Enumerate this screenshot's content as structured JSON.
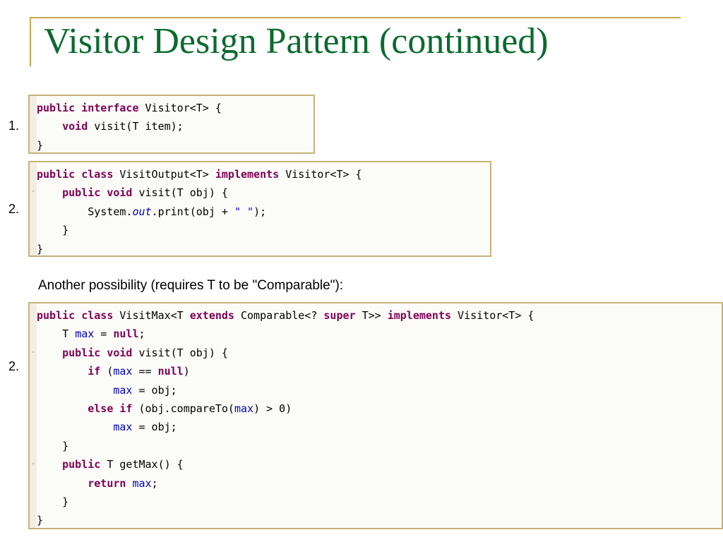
{
  "slide": {
    "title": "Visitor Design Pattern (continued)",
    "caption": "Another possibility (requires T to be \"Comparable\"):"
  },
  "markers": [
    "1.",
    "2.",
    "2."
  ],
  "code_blocks": [
    {
      "lines": [
        [
          [
            "kw",
            "public interface"
          ],
          [
            "p",
            " Visitor<T> {"
          ]
        ],
        [
          [
            "p",
            "    "
          ],
          [
            "kw",
            "void"
          ],
          [
            "p",
            " visit(T item);"
          ]
        ],
        [
          [
            "p",
            "}"
          ]
        ]
      ]
    },
    {
      "lines": [
        [
          [
            "kw",
            "public class"
          ],
          [
            "p",
            " VisitOutput<T> "
          ],
          [
            "kw",
            "implements"
          ],
          [
            "p",
            " Visitor<T> {"
          ]
        ],
        [
          [
            "p",
            "    "
          ],
          [
            "kw",
            "public void"
          ],
          [
            "p",
            " visit(T obj) {"
          ]
        ],
        [
          [
            "p",
            "        System."
          ],
          [
            "sfld",
            "out"
          ],
          [
            "p",
            ".print(obj + "
          ],
          [
            "str",
            "\" \""
          ],
          [
            "p",
            ");"
          ]
        ],
        [
          [
            "p",
            "    }"
          ]
        ],
        [
          [
            "p",
            "}"
          ]
        ]
      ]
    },
    {
      "lines": [
        [
          [
            "kw",
            "public class"
          ],
          [
            "p",
            " VisitMax<T "
          ],
          [
            "kw",
            "extends"
          ],
          [
            "p",
            " Comparable<? "
          ],
          [
            "kw",
            "super"
          ],
          [
            "p",
            " T>> "
          ],
          [
            "kw",
            "implements"
          ],
          [
            "p",
            " Visitor<T> {"
          ]
        ],
        [
          [
            "p",
            "    T "
          ],
          [
            "fld",
            "max"
          ],
          [
            "p",
            " = "
          ],
          [
            "kw",
            "null"
          ],
          [
            "p",
            ";"
          ]
        ],
        [
          [
            "p",
            "    "
          ],
          [
            "kw",
            "public void"
          ],
          [
            "p",
            " visit(T obj) {"
          ]
        ],
        [
          [
            "p",
            "        "
          ],
          [
            "kw",
            "if"
          ],
          [
            "p",
            " ("
          ],
          [
            "fld",
            "max"
          ],
          [
            "p",
            " == "
          ],
          [
            "kw",
            "null"
          ],
          [
            "p",
            ")"
          ]
        ],
        [
          [
            "p",
            "            "
          ],
          [
            "fld",
            "max"
          ],
          [
            "p",
            " = obj;"
          ]
        ],
        [
          [
            "p",
            "        "
          ],
          [
            "kw",
            "else if"
          ],
          [
            "p",
            " (obj.compareTo("
          ],
          [
            "fld",
            "max"
          ],
          [
            "p",
            ") > 0)"
          ]
        ],
        [
          [
            "p",
            "            "
          ],
          [
            "fld",
            "max"
          ],
          [
            "p",
            " = obj;"
          ]
        ],
        [
          [
            "p",
            "    }"
          ]
        ],
        [
          [
            "p",
            "    "
          ],
          [
            "kw",
            "public"
          ],
          [
            "p",
            " T getMax() {"
          ]
        ],
        [
          [
            "p",
            "        "
          ],
          [
            "kw",
            "return"
          ],
          [
            "p",
            " "
          ],
          [
            "fld",
            "max"
          ],
          [
            "p",
            ";"
          ]
        ],
        [
          [
            "p",
            "    }"
          ]
        ],
        [
          [
            "p",
            "}"
          ]
        ]
      ]
    }
  ],
  "icons": {
    "fold_marker": "fold-marker-icon"
  },
  "colors": {
    "title": "#0b6b2e",
    "accent_rule": "#c8a84a",
    "keyword": "#7f0055",
    "field": "#0000c0",
    "string": "#2a00ff",
    "box_border": "#c8b27a"
  }
}
